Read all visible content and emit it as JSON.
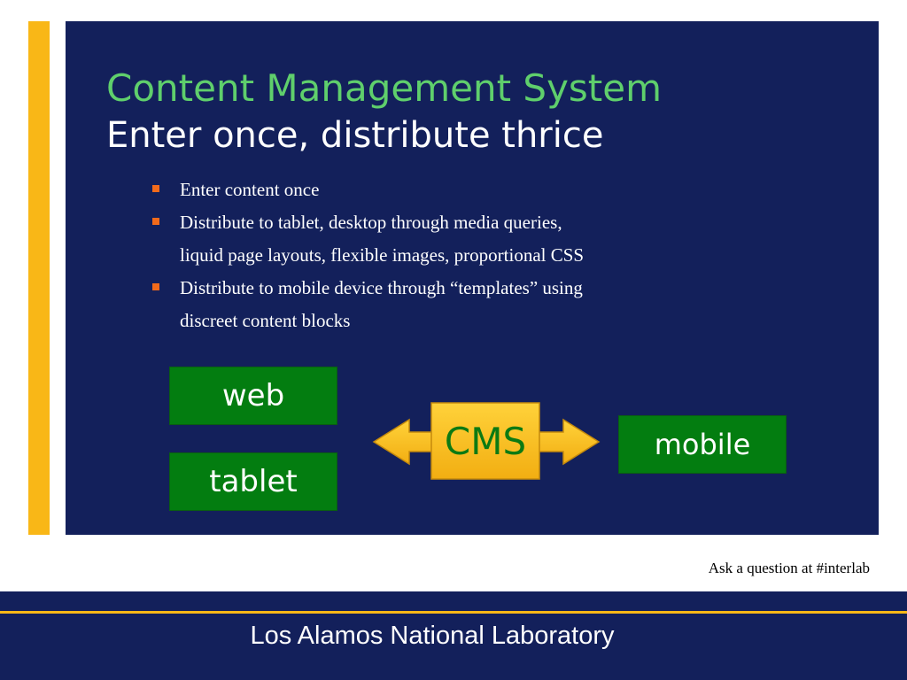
{
  "slide": {
    "title": "Content Management System",
    "subtitle": "Enter once, distribute thrice",
    "bullets": [
      {
        "line1": "Enter content once",
        "line2": ""
      },
      {
        "line1": "Distribute to tablet, desktop through media queries,",
        "line2": "liquid page layouts, flexible images, proportional CSS"
      },
      {
        "line1": "Distribute to mobile device through “templates”  using",
        "line2": "discreet content blocks"
      }
    ]
  },
  "diagram": {
    "web_label": "web",
    "tablet_label": "tablet",
    "cms_label": "CMS",
    "mobile_label": "mobile"
  },
  "hashtag_note": "Ask a question at #interlab",
  "footer": {
    "organization": "Los Alamos National Laboratory"
  },
  "colors": {
    "panel_background": "#13205b",
    "accent_gold": "#f9b717",
    "title_green": "#5fcf6c",
    "box_green": "#037d10",
    "bullet_orange": "#f26a1b"
  }
}
